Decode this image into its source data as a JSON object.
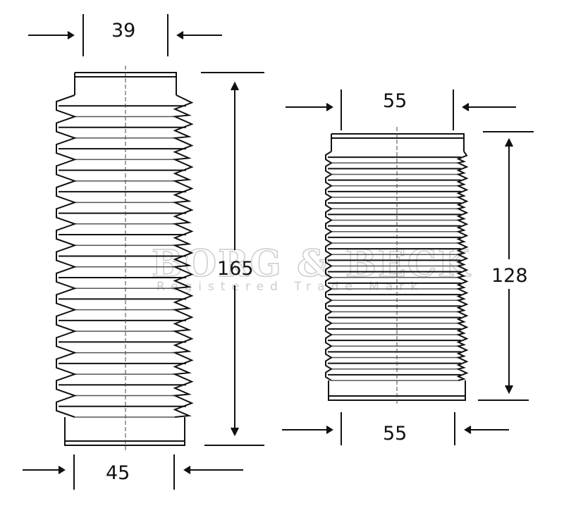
{
  "watermark": {
    "brand": "BORG & BECK",
    "tagline": "Registered Trade Mark"
  },
  "left_boot": {
    "top_diameter": "39",
    "length": "165",
    "bottom_diameter": "45",
    "fold_count": 15
  },
  "right_boot": {
    "top_diameter": "55",
    "length": "128",
    "bottom_diameter": "55",
    "fold_count": 20
  },
  "colors": {
    "line": "#111111",
    "watermark": "#cccccc"
  }
}
